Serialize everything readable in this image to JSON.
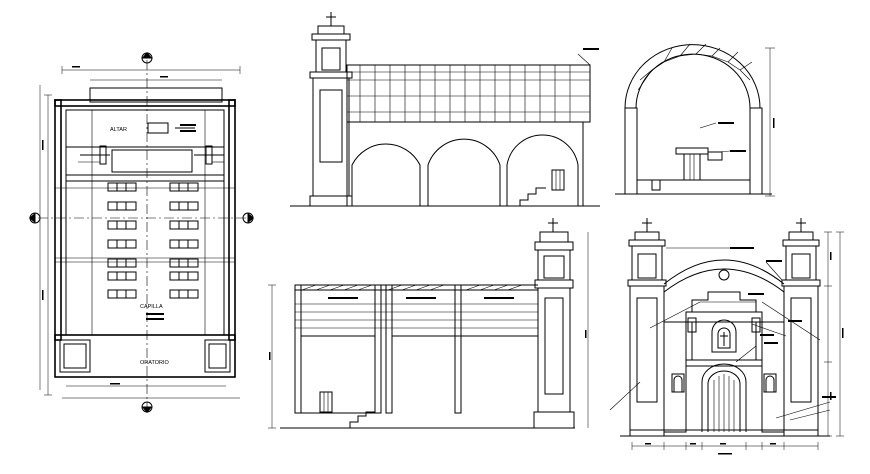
{
  "drawing": {
    "plan_labels": {
      "altar": "ALTAR",
      "capilla": "CAPILLA",
      "oratorio": "ORATORIO"
    },
    "views": [
      "floor-plan",
      "side-elevation-upper",
      "cross-section",
      "longitudinal-section",
      "front-elevation"
    ],
    "icons": [
      "cross-icon",
      "section-marker-icon",
      "annotation-leader-icon"
    ],
    "colors": {
      "line": "#000000",
      "background": "#ffffff"
    }
  }
}
